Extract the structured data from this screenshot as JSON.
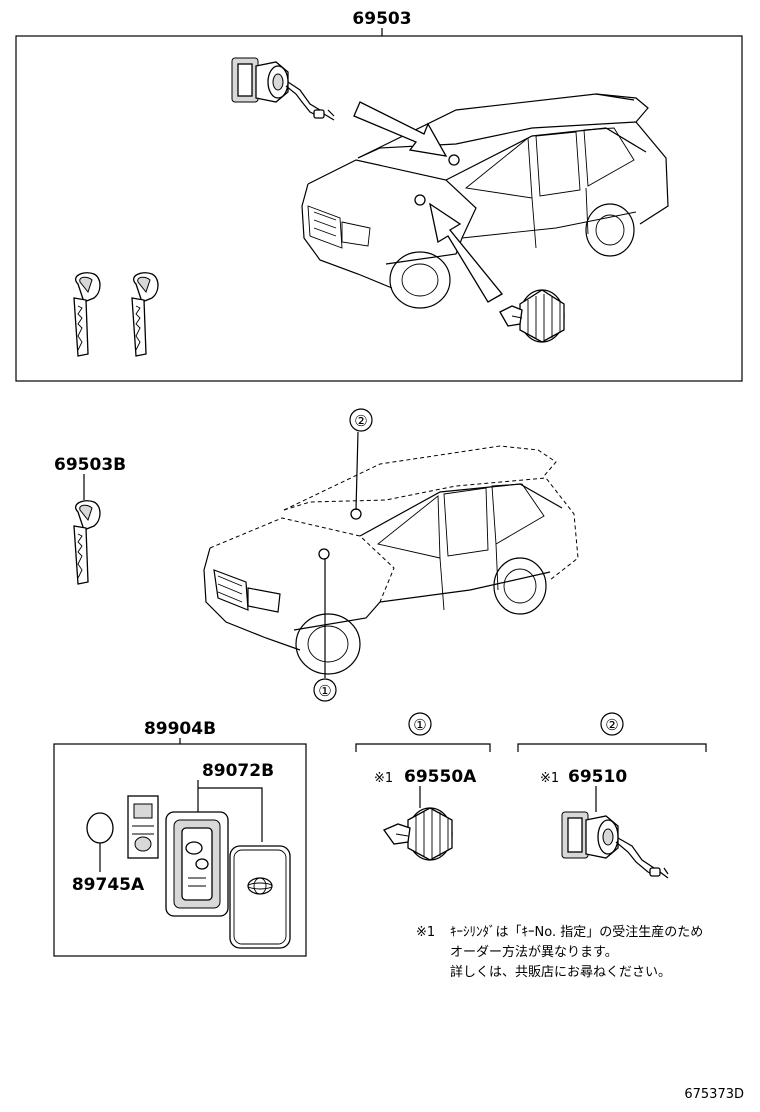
{
  "parts": {
    "kit_top": "69503",
    "key_single": "69503B",
    "remote_kit": "89904B",
    "remote_case": "89072B",
    "battery": "89745A",
    "cyl_door": "69550A",
    "cyl_glove": "69510"
  },
  "markers": {
    "one": "①",
    "two": "②",
    "ref_prefix": "※1"
  },
  "note": {
    "mark": "※1",
    "line1": "ｷｰｼﾘﾝﾀﾞは「ｷｰNo. 指定」の受注生産のため",
    "line2": "オーダー方法が異なります。",
    "line3": "詳しくは、共販店にお尋ねください。"
  },
  "diagram_code": "675373D"
}
